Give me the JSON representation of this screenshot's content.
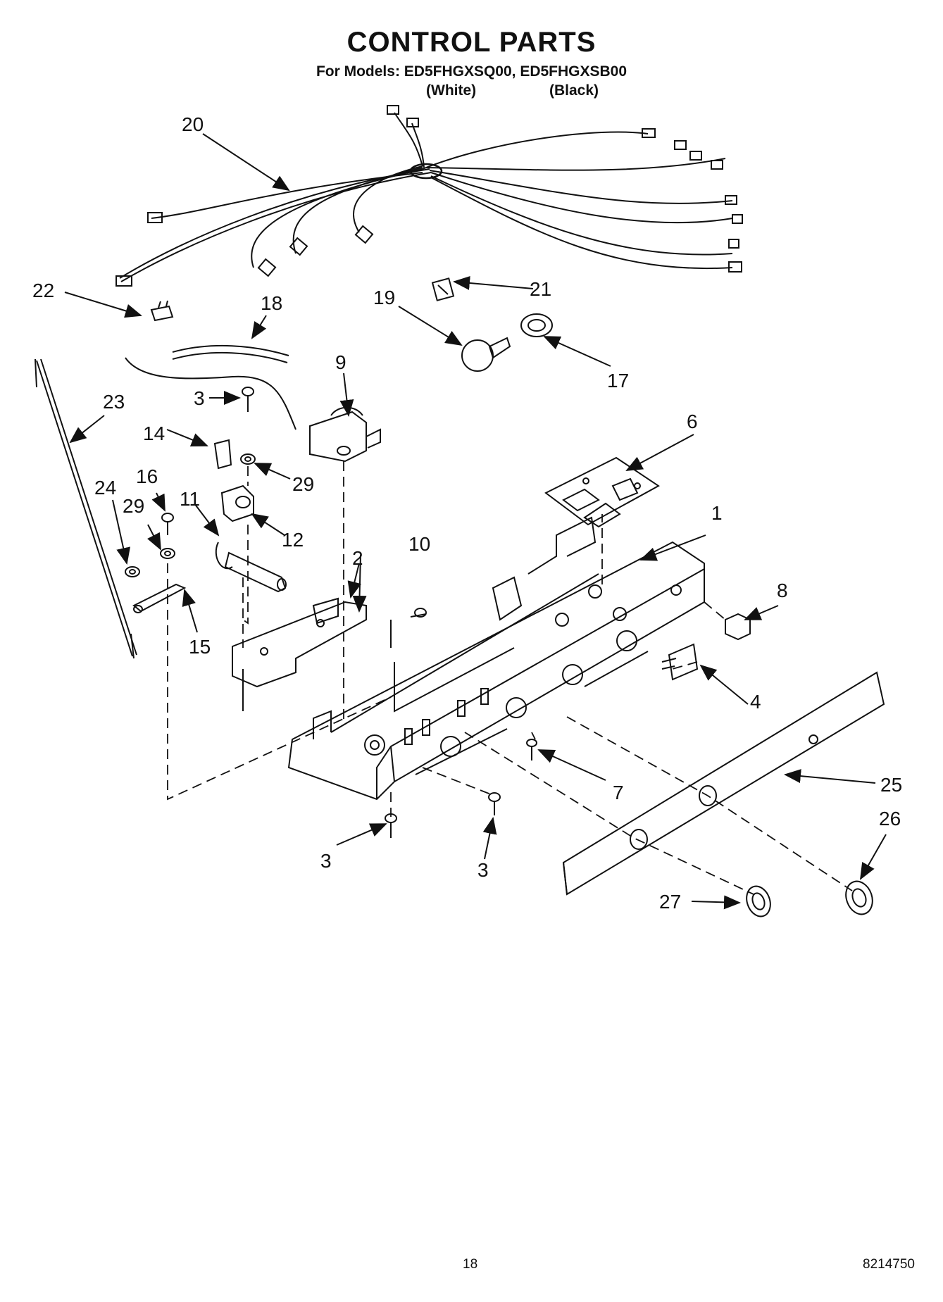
{
  "header": {
    "title": "CONTROL PARTS",
    "models_line": "For Models: ED5FHGXSQ00, ED5FHGXSB00",
    "variant_white": "(White)",
    "variant_black": "(Black)"
  },
  "callouts": {
    "c1": "1",
    "c2": "2",
    "c3a": "3",
    "c3b": "3",
    "c3c": "3",
    "c4": "4",
    "c6": "6",
    "c7": "7",
    "c8": "8",
    "c9": "9",
    "c10": "10",
    "c11": "11",
    "c12": "12",
    "c14": "14",
    "c15": "15",
    "c16": "16",
    "c17": "17",
    "c18": "18",
    "c19": "19",
    "c20": "20",
    "c21": "21",
    "c22": "22",
    "c23": "23",
    "c24": "24",
    "c25": "25",
    "c26": "26",
    "c27": "27",
    "c29a": "29",
    "c29b": "29"
  },
  "footer": {
    "page_number": "18",
    "doc_number": "8214750"
  }
}
